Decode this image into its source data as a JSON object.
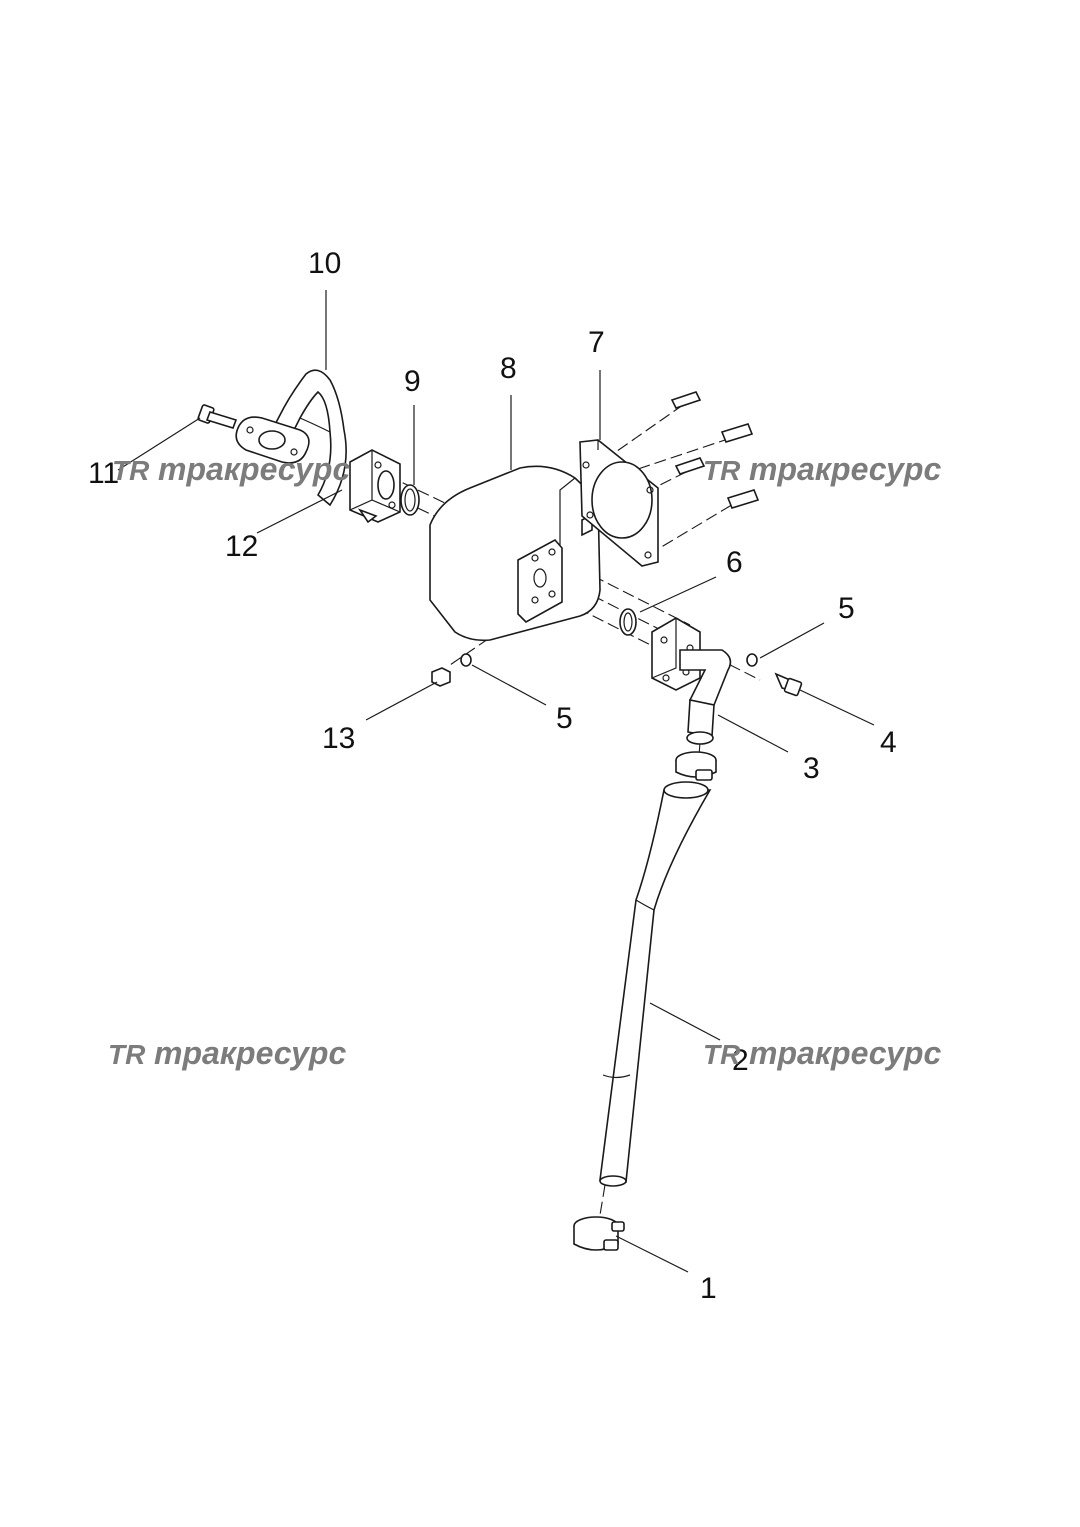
{
  "watermark": {
    "logo": "TR",
    "text": "тракресурс"
  },
  "callouts": [
    {
      "id": "1",
      "label": "1"
    },
    {
      "id": "2",
      "label": "2"
    },
    {
      "id": "3",
      "label": "3"
    },
    {
      "id": "4",
      "label": "4"
    },
    {
      "id": "5a",
      "label": "5"
    },
    {
      "id": "5b",
      "label": "5"
    },
    {
      "id": "6",
      "label": "6"
    },
    {
      "id": "7",
      "label": "7"
    },
    {
      "id": "8",
      "label": "8"
    },
    {
      "id": "9",
      "label": "9"
    },
    {
      "id": "10",
      "label": "10"
    },
    {
      "id": "11",
      "label": "11"
    },
    {
      "id": "12",
      "label": "12"
    },
    {
      "id": "13",
      "label": "13"
    }
  ],
  "colors": {
    "line": "#1a1a1a",
    "watermark": "#7c7c7c",
    "background": "#ffffff"
  }
}
